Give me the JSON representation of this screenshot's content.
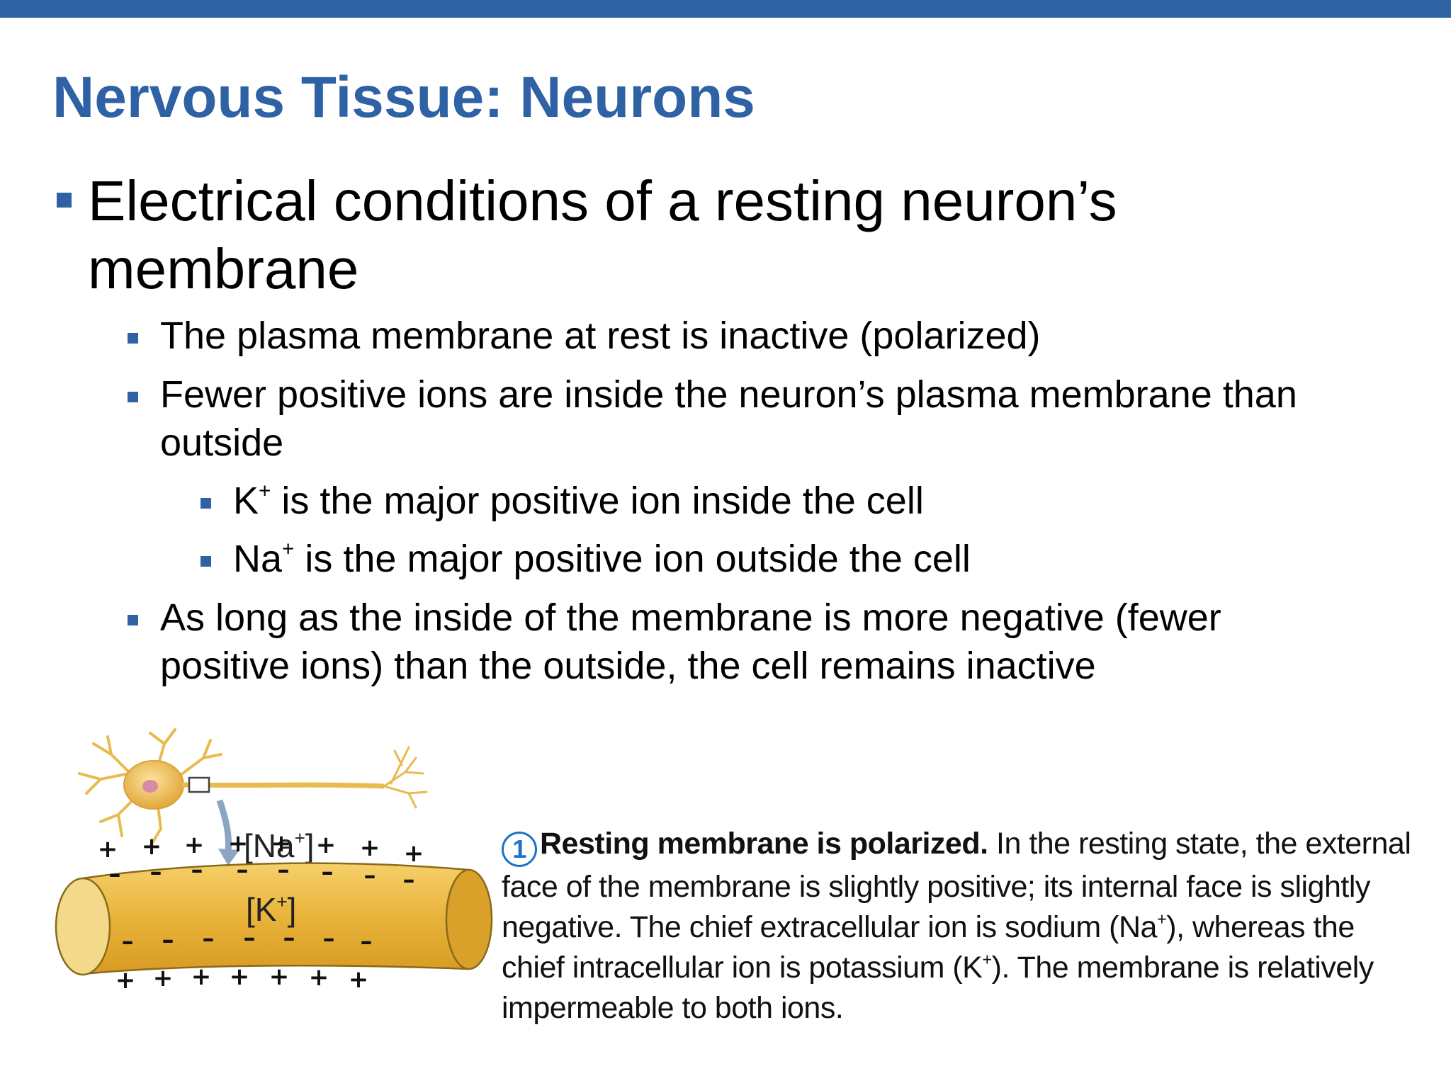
{
  "slide": {
    "title": "Nervous Tissue: Neurons",
    "colors": {
      "accent": "#2e62a5",
      "membrane": "#e8b33a",
      "cell_body": "#e9bb4f"
    }
  },
  "bullets": {
    "main": "Electrical conditions of a resting neuron’s membrane",
    "sub1": "The plasma membrane at rest is inactive (polarized)",
    "sub2": "Fewer positive ions are inside the neuron’s plasma membrane than outside",
    "sub3a": {
      "ion": "K",
      "charge": "+",
      "rest": " is the major positive ion inside the cell"
    },
    "sub3b": {
      "ion": "Na",
      "charge": "+",
      "rest": " is the major positive ion outside the cell"
    },
    "sub4": "As long as the inside of the membrane is more negative (fewer positive ions) than the outside, the cell remains inactive"
  },
  "figure": {
    "outside_ion_label": {
      "bracket_open": "[",
      "ion": "Na",
      "charge": "+",
      "bracket_close": "]"
    },
    "inside_ion_label": {
      "bracket_open": "[",
      "ion": "K",
      "charge": "+",
      "bracket_close": "]"
    },
    "positive_sign": "+",
    "negative_sign": "–",
    "icons": [
      "neuron-illustration",
      "membrane-cylinder",
      "arrow-down-icon"
    ]
  },
  "caption": {
    "step_number": "1",
    "lead": "Resting membrane is polarized.",
    "part1": " In the resting state, the external face of the membrane is slightly positive; its internal face is slightly negative. The chief extracellular ion is sodium (Na",
    "sup1": "+",
    "part2": "), whereas the chief intracellular ion is potassium (K",
    "sup2": "+",
    "part3": "). The membrane is relatively impermeable to both ions."
  }
}
